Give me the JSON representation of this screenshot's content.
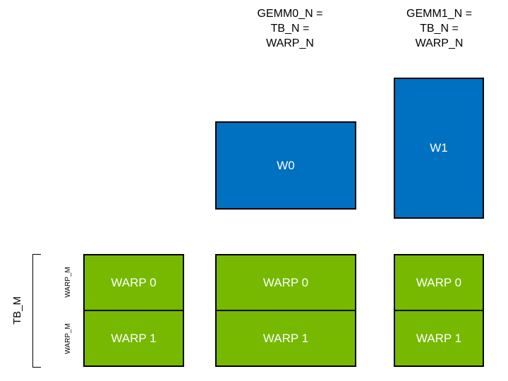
{
  "headers": [
    {
      "line1": "GEMM0_N =",
      "line2": "TB_N =",
      "line3": "WARP_N"
    },
    {
      "line1": "GEMM1_N =",
      "line2": "TB_N =",
      "line3": "WARP_N"
    }
  ],
  "blue_boxes": [
    {
      "label": "W0"
    },
    {
      "label": "W1"
    }
  ],
  "green_groups": [
    {
      "rows": [
        {
          "label": "WARP 0"
        },
        {
          "label": "WARP 1"
        }
      ]
    },
    {
      "rows": [
        {
          "label": "WARP 0"
        },
        {
          "label": "WARP 1"
        }
      ]
    },
    {
      "rows": [
        {
          "label": "WARP 0"
        },
        {
          "label": "WARP 1"
        }
      ]
    }
  ],
  "side_labels": {
    "tb_m": "TB_M",
    "warp_m_top": "WARP_M",
    "warp_m_bottom": "WARP_M"
  },
  "colors": {
    "blue": "#0070C0",
    "green": "#76B900",
    "border": "#000000",
    "label_text": "#000000",
    "box_text": "#FFFFFF"
  }
}
